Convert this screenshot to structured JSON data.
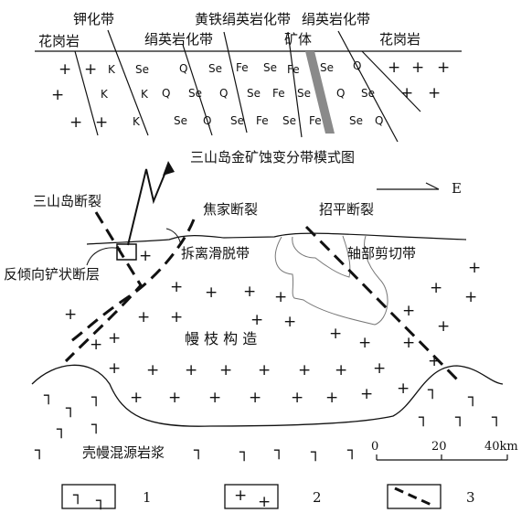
{
  "zonation_model": {
    "title": "三山岛金矿蚀变分带模式图",
    "zones": {
      "granite_left": "花岗岩",
      "potassic": "钾化带",
      "sericite_left": "绢英岩化带",
      "pyrite_sericite": "黄铁绢英岩化带",
      "sericite_right": "绢英岩化带",
      "orebody": "矿体",
      "granite_right": "花岗岩"
    },
    "mineral_symbols": {
      "potassium": "K",
      "sericite": "Se",
      "quartz": "Q",
      "iron": "Fe"
    },
    "orebody_color": "#8a8a8a"
  },
  "section": {
    "north_arrow_label": "E",
    "faults": {
      "sanshandao": "三山岛断裂",
      "jiaojia": "焦家断裂",
      "zhaoping": "招平断裂"
    },
    "features": {
      "listric": "反倾向铲状断层",
      "detachment": "拆离滑脱带",
      "axial_shear": "轴部剪切带",
      "mantle_branch": "幔 枝 构 造",
      "crust_mantle_magma": "壳幔混源岩浆"
    },
    "granite_symbol": "+",
    "magma_symbol": "┐"
  },
  "scale_bar": {
    "ticks": [
      "0",
      "20",
      "40km"
    ]
  },
  "legend": [
    {
      "number": "1",
      "symbol": "┐"
    },
    {
      "number": "2",
      "symbol": "+"
    },
    {
      "number": "3",
      "symbol": "dashed-fault"
    }
  ]
}
